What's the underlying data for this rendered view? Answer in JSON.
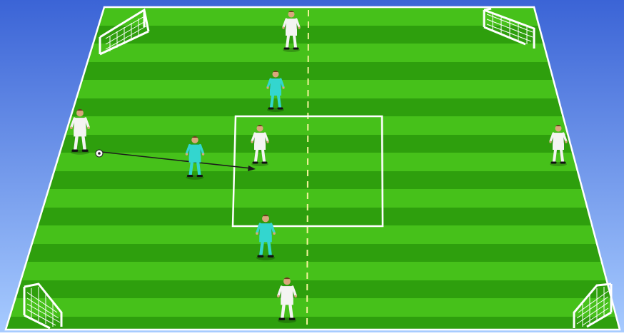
{
  "diagram": {
    "type": "soccer-drill",
    "colors": {
      "sky_top": "#3b64d6",
      "sky_bottom": "#9fc6ff",
      "grass_light": "#46c11a",
      "grass_dark": "#2e9f0d",
      "line": "#ffffff",
      "team_white": "#f4f4f2",
      "team_cyan": "#33d6cf",
      "arrow": "#1b1b1b"
    },
    "elements": {
      "pitch": "pitch",
      "halfway_line": "halfway-line-dashed",
      "center_square": "center-square",
      "goals": [
        "goal-top-left",
        "goal-top-right",
        "goal-bottom-left",
        "goal-bottom-right"
      ],
      "ball": "soccer-ball",
      "pass_arrow": "pass-arrow"
    },
    "players": [
      {
        "name": "player-white-top",
        "team": "white"
      },
      {
        "name": "player-cyan-upper",
        "team": "cyan"
      },
      {
        "name": "player-white-left",
        "team": "white"
      },
      {
        "name": "player-cyan-left",
        "team": "cyan"
      },
      {
        "name": "player-white-center",
        "team": "white"
      },
      {
        "name": "player-white-right",
        "team": "white"
      },
      {
        "name": "player-cyan-lower",
        "team": "cyan"
      },
      {
        "name": "player-white-bottom",
        "team": "white"
      }
    ]
  }
}
